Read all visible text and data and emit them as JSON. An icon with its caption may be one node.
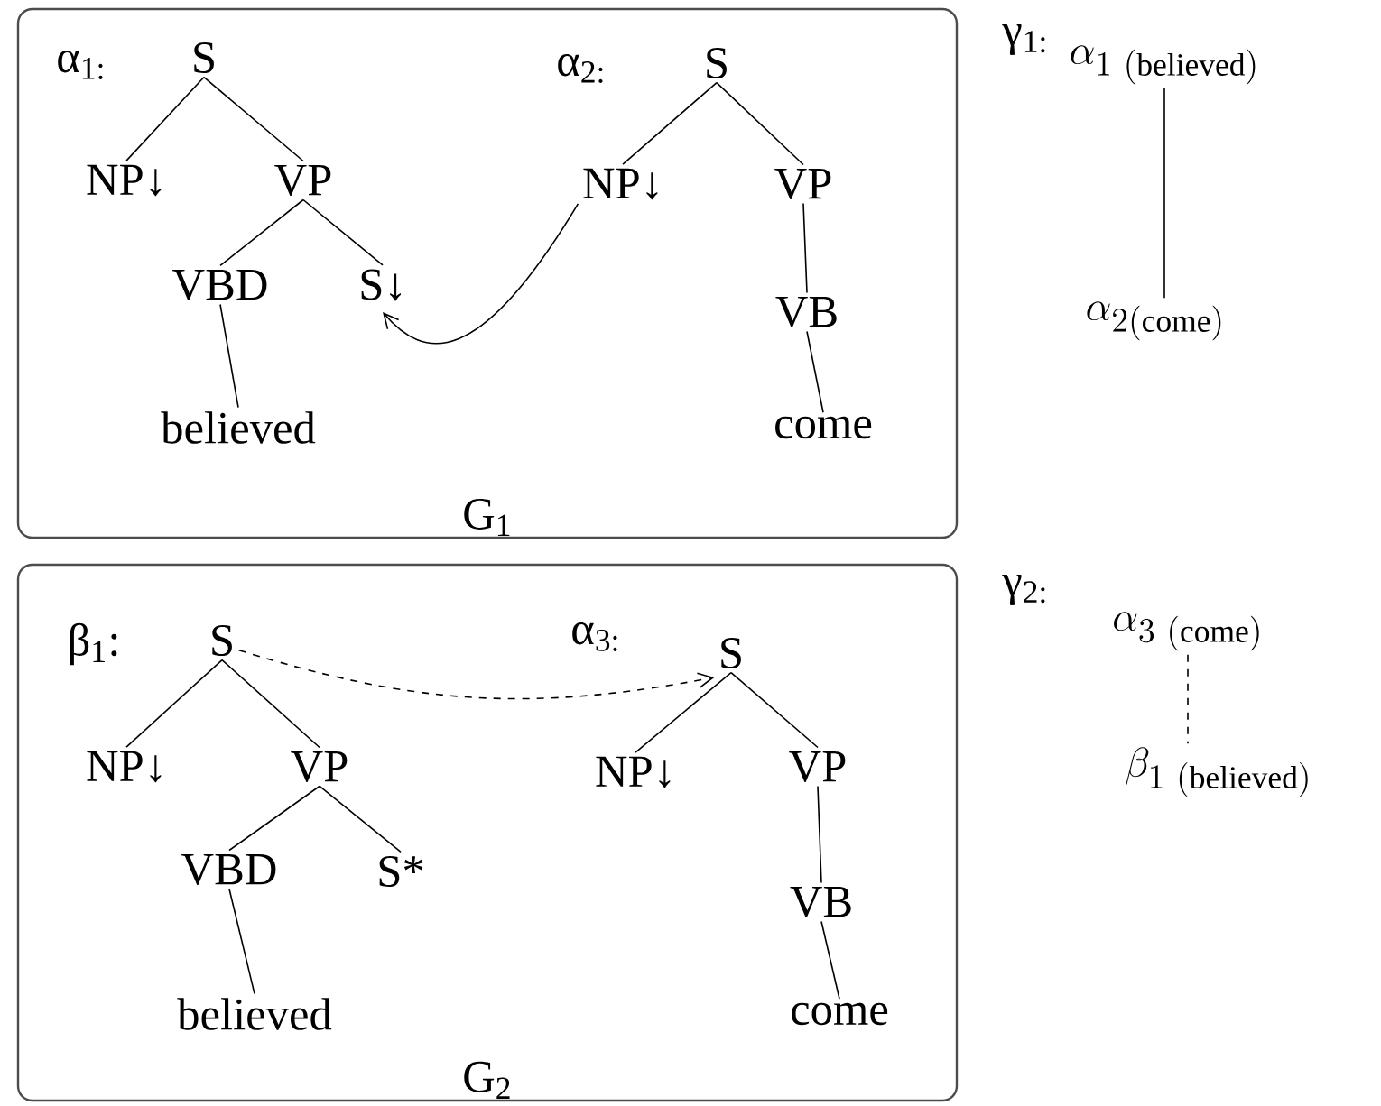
{
  "diagram": {
    "nodes": [
      {
        "text": [
          "G$_{1}$"
        ]
      },
      {
        "text": [
          "S"
        ],
        "in": 0
      },
      {
        "text": [
          "NP↓"
        ],
        "in": 0
      },
      {
        "text": [
          "VP"
        ],
        "in": 0
      },
      {
        "text": [
          "VBD"
        ],
        "in": 0
      },
      {
        "text": [
          "S↓"
        ],
        "in": 0
      },
      {
        "text": [
          "believed"
        ],
        "in": 0
      },
      {
        "text": [
          "S"
        ],
        "in": 0
      },
      {
        "text": [
          "NP↓"
        ],
        "in": 0
      },
      {
        "text": [
          "VP"
        ],
        "in": 0
      },
      {
        "text": [
          "VB"
        ],
        "in": 0
      },
      {
        "text": [
          "come"
        ],
        "in": 0
      },
      {
        "text": [
          "G$_{2}$"
        ]
      },
      {
        "text": [
          "S"
        ],
        "in": 12
      },
      {
        "text": [
          "NP↓"
        ],
        "in": 12
      },
      {
        "text": [
          "VP"
        ],
        "in": 12
      },
      {
        "text": [
          "VBD"
        ],
        "in": 12
      },
      {
        "text": [
          "S*"
        ],
        "in": 12
      },
      {
        "text": [
          "believed"
        ],
        "in": 12
      },
      {
        "text": [
          "S"
        ],
        "in": 12
      },
      {
        "text": [
          "NP↓"
        ],
        "in": 12
      },
      {
        "text": [
          "VP"
        ],
        "in": 12
      },
      {
        "text": [
          "VB"
        ],
        "in": 12
      },
      {
        "text": [
          "come"
        ],
        "in": 12
      },
      {
        "text": [
          "\\alpha_{1\\ \\mathrm{(believed)}}"
        ]
      },
      {
        "text": [
          "\\alpha_{2\\mathrm{(come)}}"
        ]
      },
      {
        "text": [
          "\\alpha_{3\\ \\mathrm{(come)}}"
        ]
      },
      {
        "text": [
          "\\beta_{1\\ \\mathrm{(believed)}}"
        ]
      }
    ],
    "edges": [
      {
        "from": 1,
        "to": 2,
        "arrow": "none"
      },
      {
        "from": 1,
        "to": 3,
        "arrow": "none"
      },
      {
        "from": 3,
        "to": 4,
        "arrow": "none"
      },
      {
        "from": 3,
        "to": 5,
        "arrow": "none"
      },
      {
        "from": 4,
        "to": 6,
        "arrow": "none"
      },
      {
        "from": 7,
        "to": 8,
        "arrow": "none"
      },
      {
        "from": 7,
        "to": 9,
        "arrow": "none"
      },
      {
        "from": 9,
        "to": 10,
        "arrow": "none"
      },
      {
        "from": 10,
        "to": 11,
        "arrow": "none"
      },
      {
        "from": 8,
        "to": 5,
        "arrow": "to"
      },
      {
        "from": 13,
        "to": 14,
        "arrow": "none"
      },
      {
        "from": 13,
        "to": 15,
        "arrow": "none"
      },
      {
        "from": 15,
        "to": 16,
        "arrow": "none"
      },
      {
        "from": 15,
        "to": 17,
        "arrow": "none"
      },
      {
        "from": 16,
        "to": 18,
        "arrow": "none"
      },
      {
        "from": 19,
        "to": 20,
        "arrow": "none"
      },
      {
        "from": 19,
        "to": 21,
        "arrow": "none"
      },
      {
        "from": 21,
        "to": 22,
        "arrow": "none"
      },
      {
        "from": 22,
        "to": 23,
        "arrow": "none"
      },
      {
        "from": 13,
        "to": 19,
        "arrow": "to",
        "style": "dashed"
      },
      {
        "from": 24,
        "to": 25,
        "arrow": "none"
      },
      {
        "from": 26,
        "to": 27,
        "arrow": "none",
        "style": "dashed"
      }
    ],
    "labels": [
      "α$_{1:}$",
      "α$_{2:}$",
      "γ$_{1:}$",
      "β$_{1}$:",
      "α$_{3:}$",
      "γ$_{2:}$"
    ]
  }
}
